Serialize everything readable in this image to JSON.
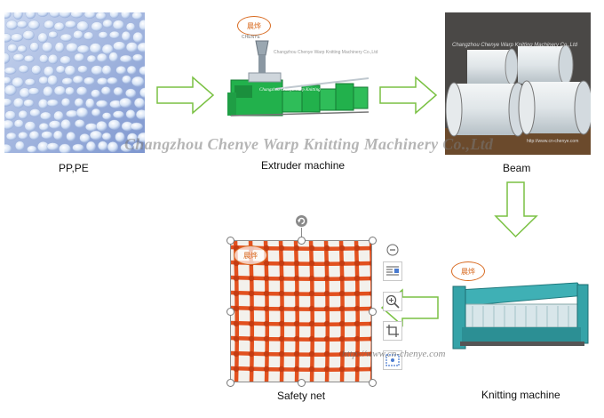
{
  "steps": [
    {
      "label": "PP,PE"
    },
    {
      "label": "Extruder machine"
    },
    {
      "label": "Beam"
    },
    {
      "label": "Knitting machine"
    },
    {
      "label": "Safety net"
    }
  ],
  "watermark": "Changzhou Chenye Warp Knitting Machinery Co.,Ltd",
  "url_watermark": "http://www.cn-chenye.com",
  "beam_caption": "Changzhou Chenye Warp Knitting Machinery Co.,Ltd",
  "extruder_caption": "Changzhou Chenye Warp Knitting Machinery Co.,Ltd",
  "logo_text": "晨烨",
  "logo_caption": "CHENYE",
  "beam_url": "http://www.cn-chenye.com",
  "colors": {
    "arrow_stroke": "#7ac143",
    "net_orange": "#e2511f",
    "machine_green": "#22b14c",
    "knitting_teal": "#35a3a8"
  },
  "toolbar_icons": [
    "minus-icon",
    "text-wrap-icon",
    "zoom-icon",
    "crop-icon",
    "image-icon"
  ]
}
